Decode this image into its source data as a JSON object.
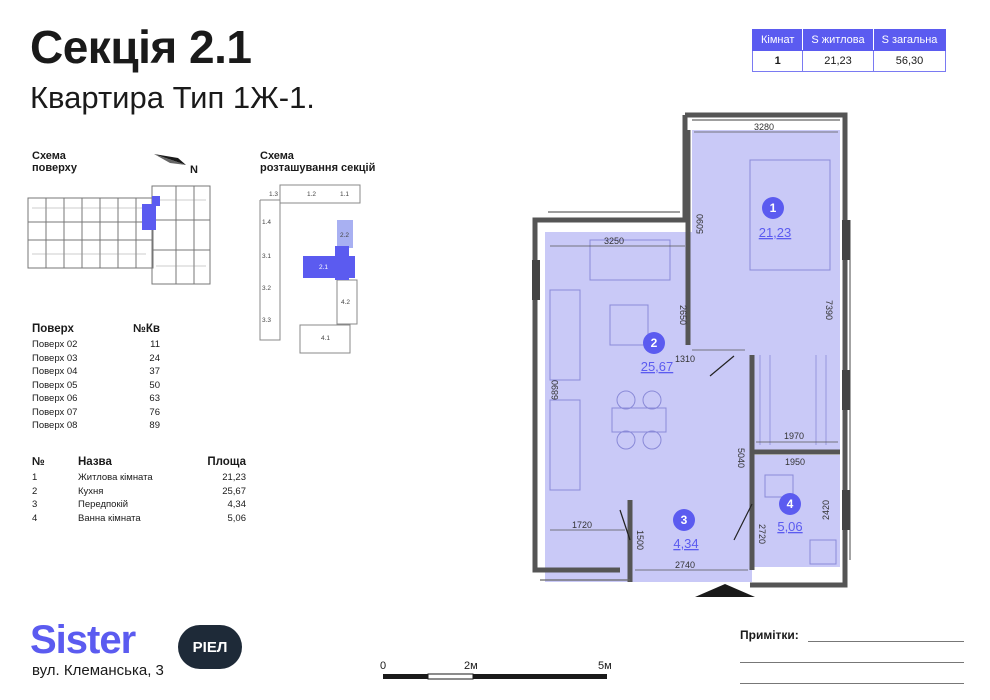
{
  "header": {
    "title": "Секція 2.1",
    "subtitle": "Квартира Тип 1Ж-1."
  },
  "summary": {
    "headers": [
      "Кімнат",
      "S житлова",
      "S загальна"
    ],
    "values": [
      "1",
      "21,23",
      "56,30"
    ]
  },
  "schemes": {
    "floor_label_1": "Схема",
    "floor_label_2": "поверху",
    "north": "N",
    "sections_label_1": "Схема",
    "sections_label_2": "розташування секцій",
    "section_labels": [
      "1.3",
      "1.2",
      "1.1",
      "1.4",
      "2.2",
      "3.1",
      "2.1",
      "3.2",
      "4.2",
      "3.3",
      "4.1"
    ]
  },
  "floors": {
    "col1": "Поверх",
    "col2": "№Кв",
    "rows": [
      {
        "floor": "Поверх 02",
        "num": "11"
      },
      {
        "floor": "Поверх 03",
        "num": "24"
      },
      {
        "floor": "Поверх 04",
        "num": "37"
      },
      {
        "floor": "Поверх 05",
        "num": "50"
      },
      {
        "floor": "Поверх 06",
        "num": "63"
      },
      {
        "floor": "Поверх 07",
        "num": "76"
      },
      {
        "floor": "Поверх 08",
        "num": "89"
      }
    ]
  },
  "rooms": {
    "col1": "№",
    "col2": "Назва",
    "col3": "Площа",
    "rows": [
      {
        "n": "1",
        "name": "Житлова кімната",
        "area": "21,23"
      },
      {
        "n": "2",
        "name": "Кухня",
        "area": "25,67"
      },
      {
        "n": "3",
        "name": "Передпокій",
        "area": "4,34"
      },
      {
        "n": "4",
        "name": "Ванна кімната",
        "area": "5,06"
      }
    ]
  },
  "plan": {
    "rooms": [
      {
        "num": "1",
        "area": "21,23"
      },
      {
        "num": "2",
        "area": "25,67"
      },
      {
        "num": "3",
        "area": "4,34"
      },
      {
        "num": "4",
        "area": "5,06"
      }
    ],
    "dims": [
      "3280",
      "5090",
      "7390",
      "3250",
      "2650",
      "1310",
      "6890",
      "5040",
      "1970",
      "1950",
      "2420",
      "2720",
      "1720",
      "1500",
      "2740"
    ]
  },
  "footer": {
    "brand": "Sister",
    "riel": "РІЕЛ",
    "address": "вул. Клеманська, 3",
    "scale": [
      "0",
      "2м",
      "5м"
    ],
    "notes_label": "Примітки:"
  },
  "colors": {
    "accent": "#5b5bf0",
    "room_fill": "#c9c9f7",
    "wall": "#555555"
  }
}
